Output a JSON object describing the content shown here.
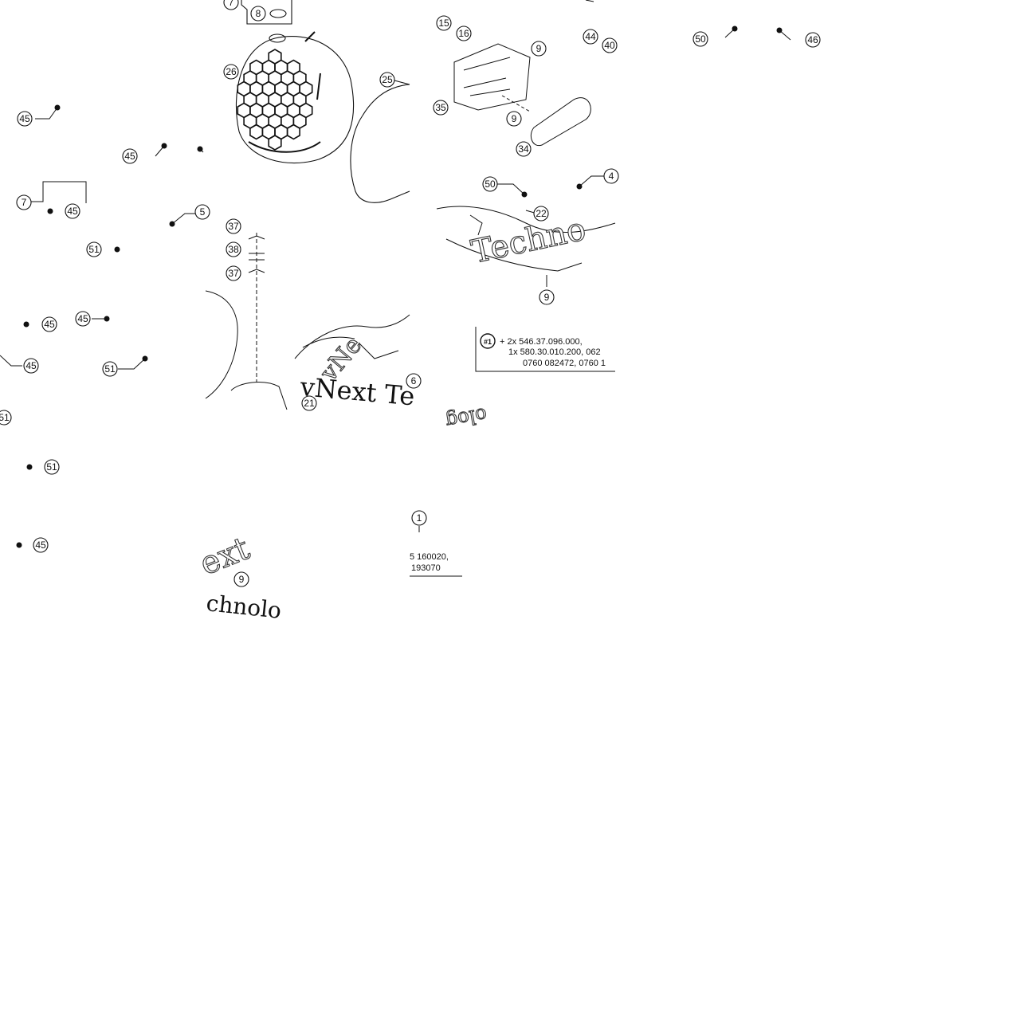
{
  "diagram": {
    "callouts": [
      {
        "id": "c7a",
        "label": "7"
      },
      {
        "id": "c8",
        "label": "8"
      },
      {
        "id": "c26",
        "label": "26"
      },
      {
        "id": "c25",
        "label": "25"
      },
      {
        "id": "c45a",
        "label": "45"
      },
      {
        "id": "c45b",
        "label": "45"
      },
      {
        "id": "c7b",
        "label": "7"
      },
      {
        "id": "c45c",
        "label": "45"
      },
      {
        "id": "c5",
        "label": "5"
      },
      {
        "id": "c51a",
        "label": "51"
      },
      {
        "id": "c45d",
        "label": "45"
      },
      {
        "id": "c45e",
        "label": "45"
      },
      {
        "id": "c45f",
        "label": "45"
      },
      {
        "id": "c51b",
        "label": "51"
      },
      {
        "id": "c51c",
        "label": "51"
      },
      {
        "id": "c51d",
        "label": "51"
      },
      {
        "id": "c45g",
        "label": "45"
      },
      {
        "id": "c37a",
        "label": "37"
      },
      {
        "id": "c38",
        "label": "38"
      },
      {
        "id": "c37b",
        "label": "37"
      },
      {
        "id": "c21",
        "label": "21"
      },
      {
        "id": "c9a",
        "label": "9"
      },
      {
        "id": "c15",
        "label": "15"
      },
      {
        "id": "c16",
        "label": "16"
      },
      {
        "id": "c9b",
        "label": "9"
      },
      {
        "id": "c44",
        "label": "44"
      },
      {
        "id": "c40",
        "label": "40"
      },
      {
        "id": "c35",
        "label": "35"
      },
      {
        "id": "c9c",
        "label": "9"
      },
      {
        "id": "c34",
        "label": "34"
      },
      {
        "id": "c50a",
        "label": "50"
      },
      {
        "id": "c4",
        "label": "4"
      },
      {
        "id": "c22",
        "label": "22"
      },
      {
        "id": "c9d",
        "label": "9"
      },
      {
        "id": "c6",
        "label": "6"
      },
      {
        "id": "c1",
        "label": "1"
      },
      {
        "id": "c50b",
        "label": "50"
      },
      {
        "id": "c46",
        "label": "46"
      }
    ],
    "note": {
      "marker": "#1",
      "line1": "+ 2x 546.37.096.000,",
      "line2": "1x 580.30.010.200, 062",
      "line3": "0760 082472, 0760 1"
    },
    "fragment_note": {
      "line1": "5 160020,",
      "line2": "193070"
    },
    "watermarks": {
      "w1": "vNext Te",
      "w2": "Techno",
      "w3": "ext",
      "w4": "chnolo",
      "w5": "vNe",
      "w6": "olog"
    }
  }
}
